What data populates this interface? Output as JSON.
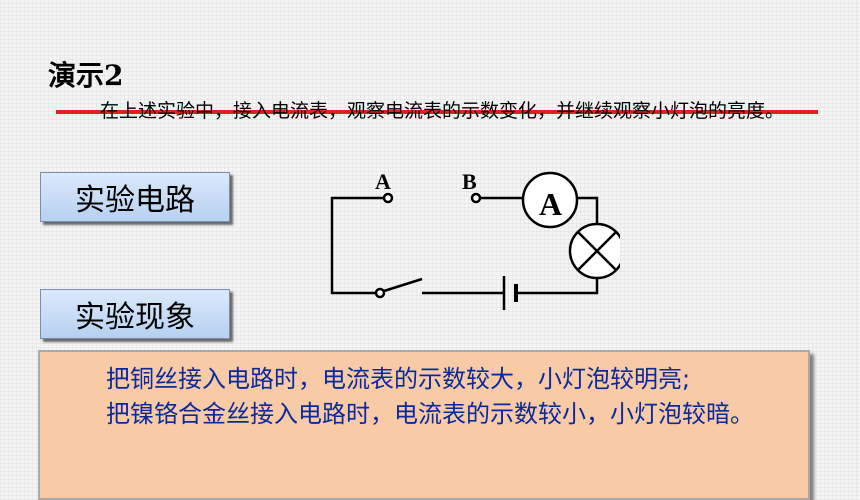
{
  "slide": {
    "title": "演示2",
    "intro": "在上述实验中，接入电流表，观察电流表的示数变化，并继续观察小灯泡的亮度。"
  },
  "labels": {
    "circuit": "实验电路",
    "phenomenon": "实验现象"
  },
  "circuit": {
    "terminal_a": "A",
    "terminal_b": "B",
    "ammeter_symbol": "A"
  },
  "result": {
    "line1": "把铜丝接入电路时，电流表的示数较大，小灯泡较明亮;",
    "line2": "把镍铬合金丝接入电路时，电流表的示数较小，小灯泡较暗。"
  },
  "colors": {
    "strike_red": "#e02020",
    "label_blue": "#c4daf5",
    "result_bg": "#f9caa6",
    "result_text": "#0a2a9c"
  }
}
